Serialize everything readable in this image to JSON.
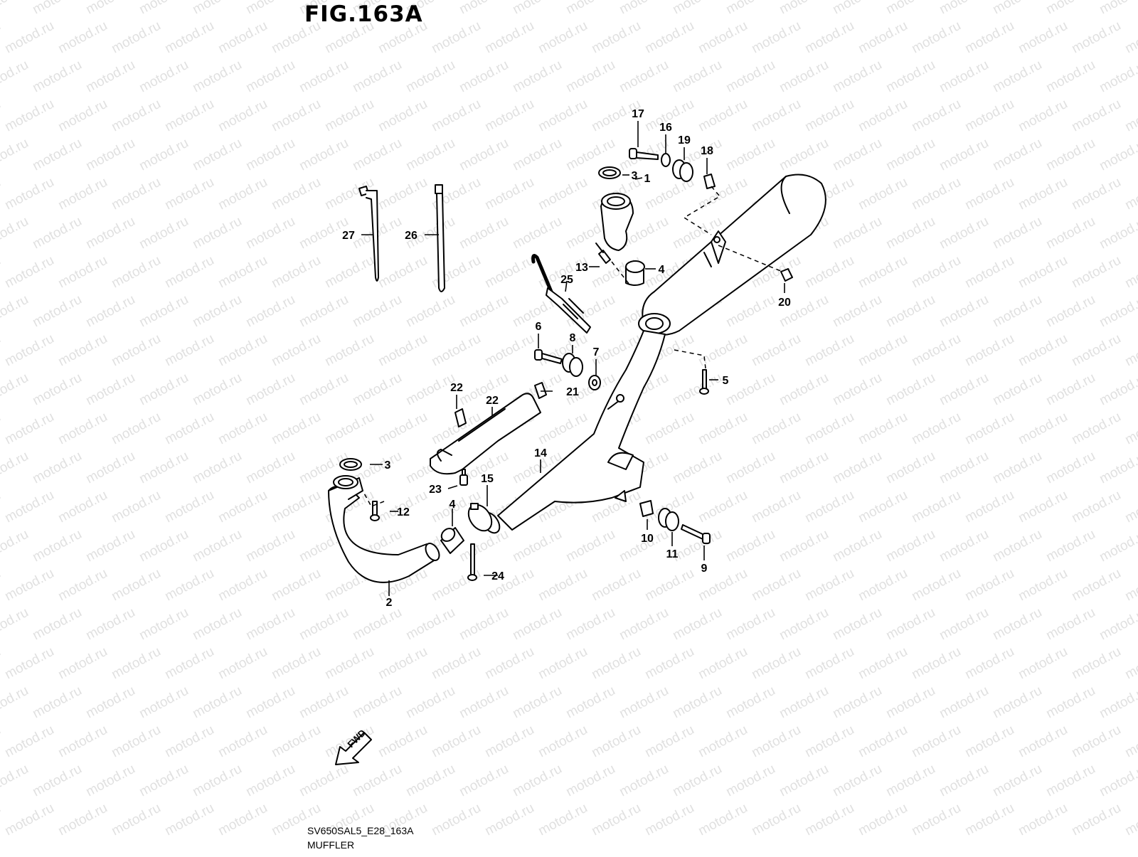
{
  "figure": {
    "title": "FIG.163A",
    "code": "SV650SAL5_E28_163A",
    "name": "MUFFLER",
    "watermark": "motod.ru",
    "fwd_label": "FWD"
  },
  "callouts": [
    "17",
    "16",
    "19",
    "18",
    "3",
    "1",
    "27",
    "26",
    "13",
    "4",
    "25",
    "20",
    "6",
    "8",
    "7",
    "5",
    "22",
    "21",
    "22",
    "3",
    "14",
    "23",
    "15",
    "12",
    "4",
    "10",
    "11",
    "9",
    "24",
    "2"
  ],
  "colors": {
    "line": "#000000",
    "watermark": "#c8c8c8",
    "background": "#ffffff"
  }
}
